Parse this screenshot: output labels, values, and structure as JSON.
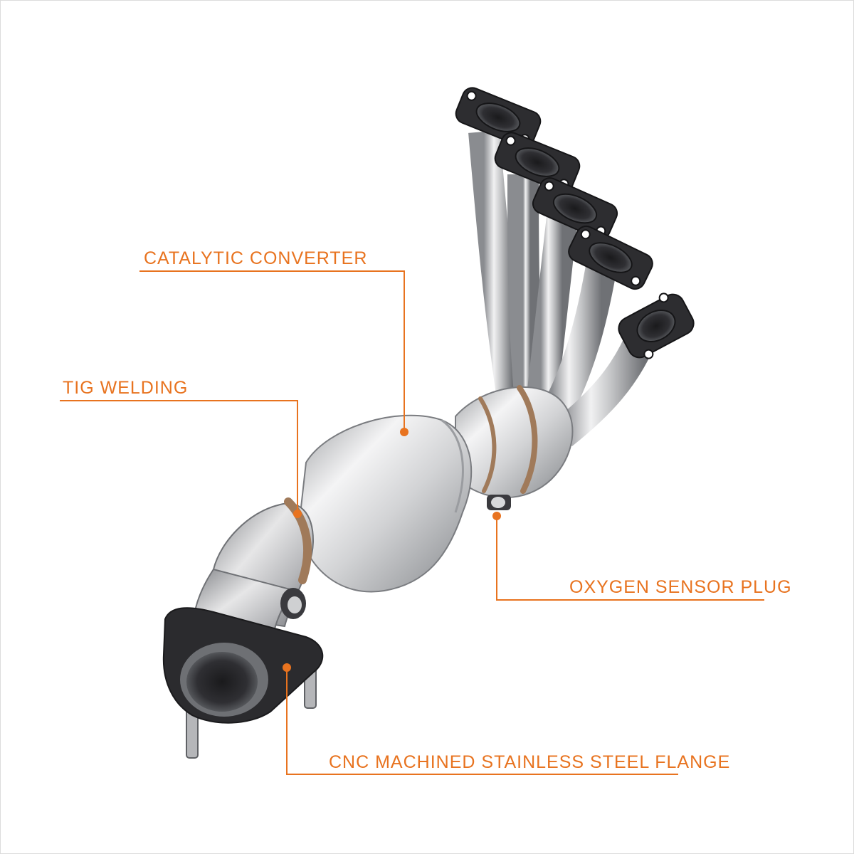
{
  "colors": {
    "accent": "#e8731f",
    "steel_light": "#e9e9ea",
    "steel_mid": "#b9babc",
    "steel_dark": "#7d7f83",
    "flange": "#2b2b2e",
    "weld": "#a07a5a"
  },
  "callouts": {
    "catalytic_converter": "CATALYTIC CONVERTER",
    "tig_welding": "TIG WELDING",
    "oxygen_sensor_plug": "OXYGEN SENSOR PLUG",
    "flange": "CNC MACHINED STAINLESS STEEL FLANGE"
  }
}
